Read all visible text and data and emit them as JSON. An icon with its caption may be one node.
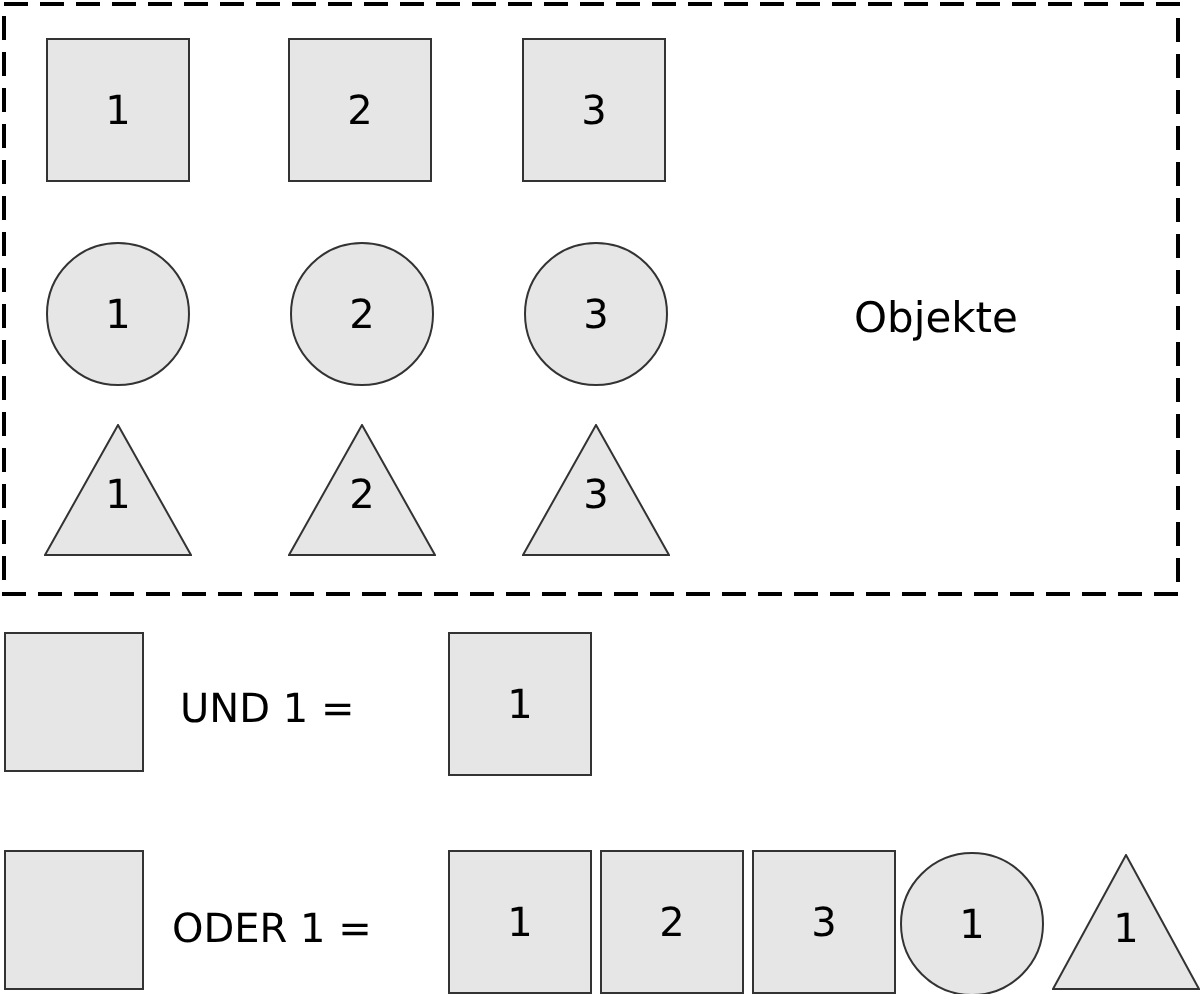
{
  "diagram": {
    "nodes": [
      {
        "text": [
          "Objekte"
        ]
      },
      {
        "text": [
          "1"
        ],
        "in": 0
      },
      {
        "text": [
          "2"
        ],
        "in": 0
      },
      {
        "text": [
          "3"
        ],
        "in": 0
      },
      {
        "text": [
          "1"
        ],
        "in": 0
      },
      {
        "text": [
          "2"
        ],
        "in": 0
      },
      {
        "text": [
          "3"
        ],
        "in": 0
      },
      {
        "text": [
          "1"
        ],
        "in": 0
      },
      {
        "text": [
          "2"
        ],
        "in": 0
      },
      {
        "text": [
          "3"
        ],
        "in": 0
      },
      {
        "text": [],
        "shape": "box"
      },
      {
        "text": [
          "1"
        ]
      },
      {
        "text": [],
        "shape": "box"
      },
      {
        "text": [
          "1"
        ]
      },
      {
        "text": [
          "2"
        ]
      },
      {
        "text": [
          "3"
        ]
      },
      {
        "text": [
          "1"
        ]
      },
      {
        "text": [
          "1"
        ]
      }
    ],
    "labels": [
      "UND 1 =",
      "ODER 1 ="
    ]
  }
}
